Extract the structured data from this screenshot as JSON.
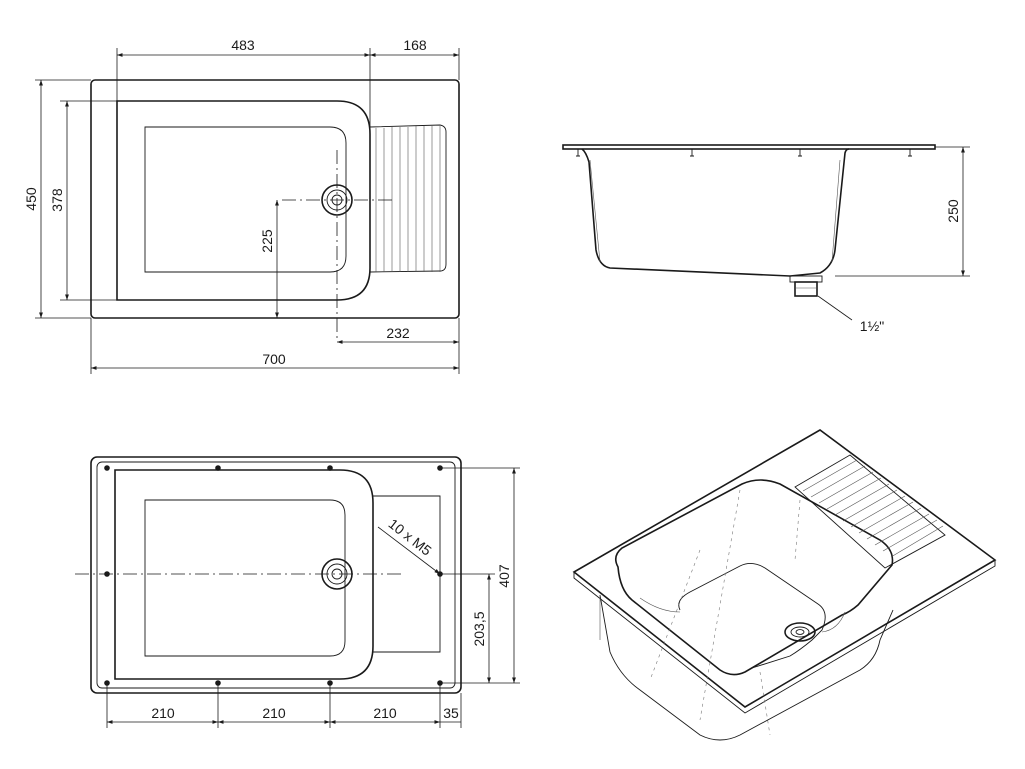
{
  "top_view": {
    "dims": {
      "basin_width": "483",
      "drainer_width": "168",
      "overall_depth": "450",
      "basin_depth": "378",
      "drain_offset_y": "225",
      "drain_offset_x": "232",
      "overall_width": "700"
    }
  },
  "side_view": {
    "dims": {
      "height": "250"
    },
    "drain_label": "1½\""
  },
  "bottom_view": {
    "dims": {
      "spacing_1": "210",
      "spacing_2": "210",
      "spacing_3": "210",
      "edge_offset": "35",
      "inner_depth": "407",
      "hole_offset": "203,5"
    },
    "screw_label": "10 x M5"
  },
  "iso_view": {}
}
